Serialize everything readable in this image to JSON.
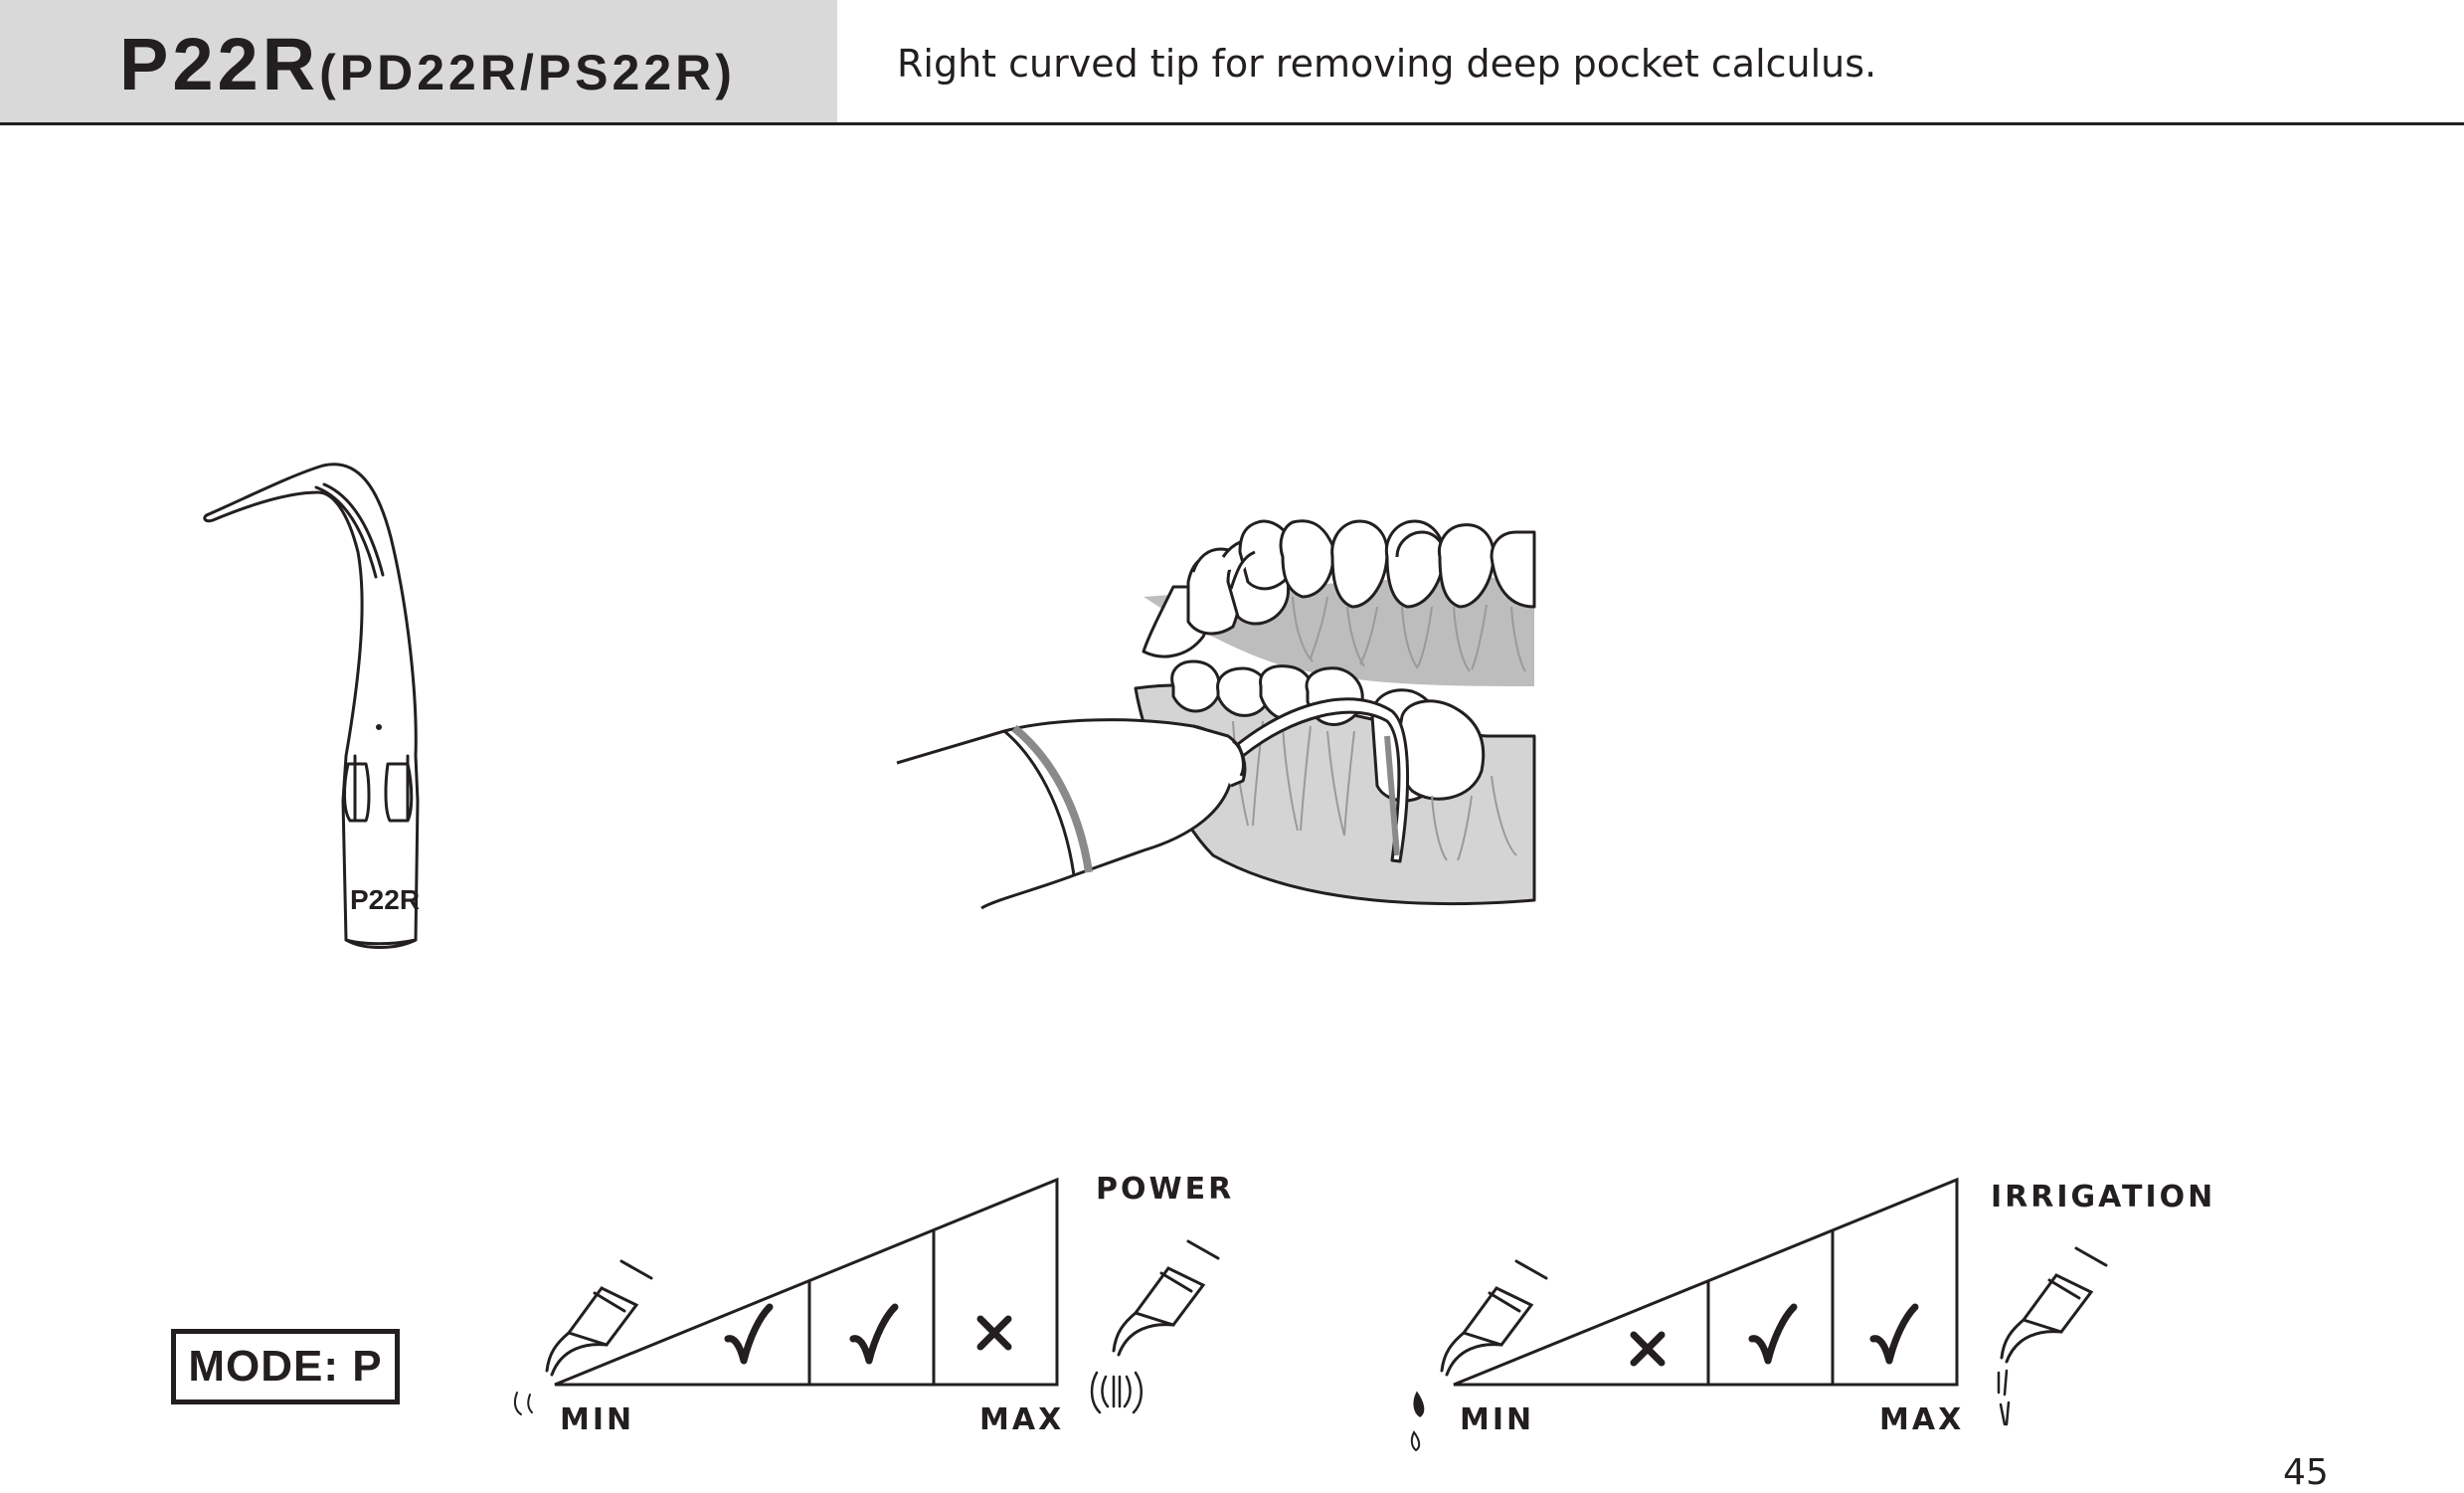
{
  "header": {
    "model": "P22R",
    "variants": "(PD22R/PS22R)",
    "description": "Right curved tip for removing deep pocket calculus."
  },
  "tip_illustration": {
    "engraving": "P22R"
  },
  "mode": {
    "label": "MODE: P"
  },
  "power_scale": {
    "title": "POWER",
    "min_label": "MIN",
    "max_label": "MAX",
    "levels": [
      "check",
      "check",
      "cross"
    ]
  },
  "irrigation_scale": {
    "title": "IRRIGATION",
    "min_label": "MIN",
    "max_label": "MAX",
    "levels": [
      "cross",
      "check",
      "check"
    ]
  },
  "page": {
    "number": "45"
  },
  "colors": {
    "ink": "#231f20",
    "header_band": "#d9d9d9",
    "gum": "#d4d4d4",
    "gum_dark": "#bdbdbd"
  }
}
